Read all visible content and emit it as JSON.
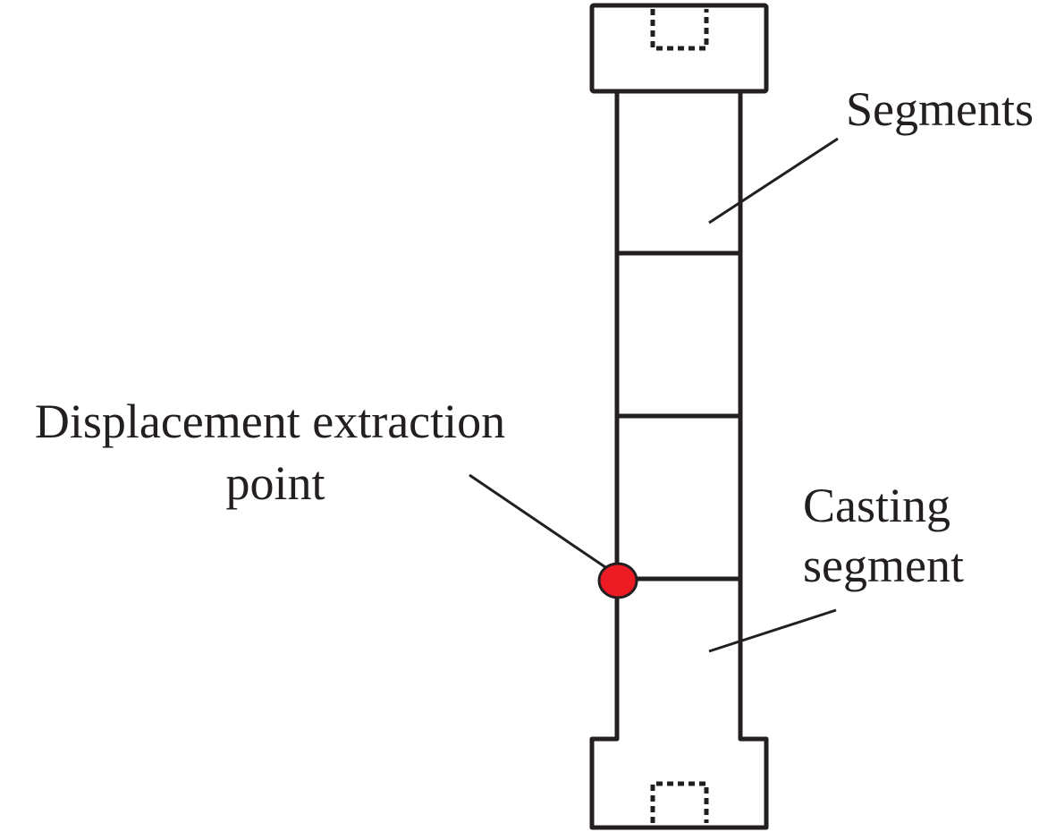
{
  "labels": {
    "segments": "Segments",
    "casting_line1": "Casting",
    "casting_line2": "segment",
    "displacement_line1": "Displacement extraction",
    "displacement_line2": "point"
  },
  "colors": {
    "line": "#231f20",
    "marker": "#ed1c24"
  }
}
